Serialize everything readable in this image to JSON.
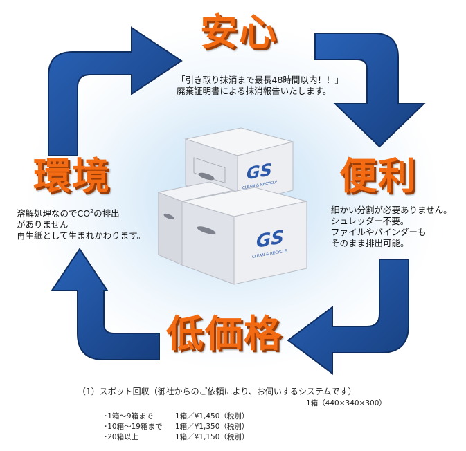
{
  "keywords": {
    "anshin": "安心",
    "benri": "便利",
    "teikakaku": "低価格",
    "kankyo": "環境"
  },
  "anshin_text": {
    "line1": "「引き取り抹消まで最長48時間以内！！」",
    "line2": "廃棄証明書による抹消報告いたします。"
  },
  "benri_text": {
    "line1": "細かい分割が必要ありません。",
    "line2": "シュレッダー不要。",
    "line3": "ファイルやバインダーも",
    "line4": "そのまま排出可能。"
  },
  "kankyo_text": {
    "line1_a": "溶解処理なのでCO",
    "line1_sup": "2",
    "line1_b": "の排出",
    "line2": "がありません。",
    "line3": "再生紙として生まれかわります。"
  },
  "box_logo": {
    "mark": "GS",
    "caption": "CLEAN & RECYCLE"
  },
  "service": {
    "title": "（1）スポット回収（御社からのご依頼により、お伺いするシステムです）",
    "box_size": "1箱（440×340×300）",
    "prices": [
      {
        "range": "･1箱～9箱まで",
        "price": "1箱／¥1,450（税別）"
      },
      {
        "range": "･10箱～19箱まで",
        "price": "1箱／¥1,350（税別）"
      },
      {
        "range": "･20箱以上",
        "price": "1箱／¥1,150（税別）"
      }
    ]
  },
  "colors": {
    "arrow_blue": "#1e4f9c",
    "keyword_orange": "#f26a12"
  }
}
